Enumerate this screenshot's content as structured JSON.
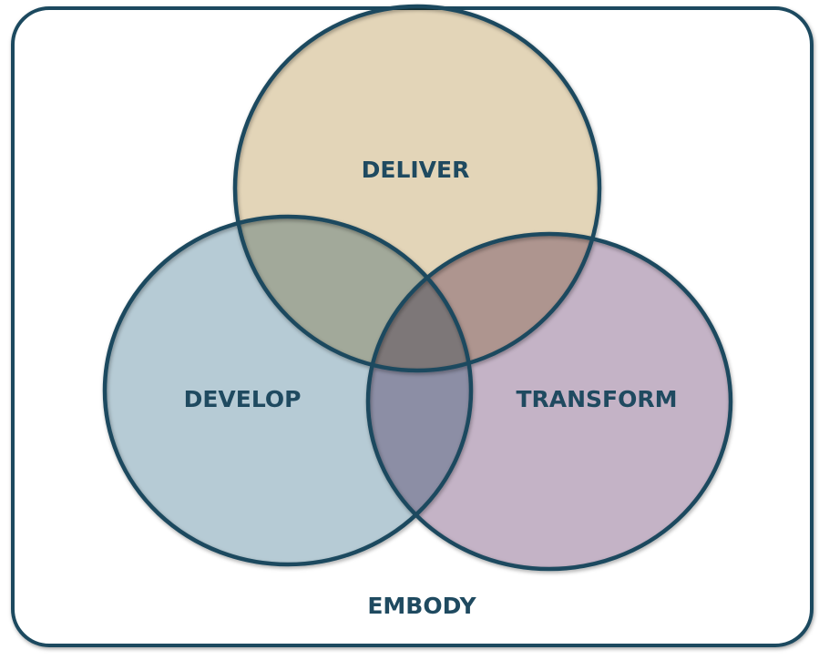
{
  "diagram": {
    "type": "venn",
    "outer_label": "EMBODY",
    "sets": [
      {
        "label": "DELIVER",
        "color": "#e3d5b8"
      },
      {
        "label": "DEVELOP",
        "color": "#b6cbd5"
      },
      {
        "label": "TRANSFORM",
        "color": "#c4b3c6"
      }
    ],
    "stroke_color": "#1e4a5e"
  }
}
